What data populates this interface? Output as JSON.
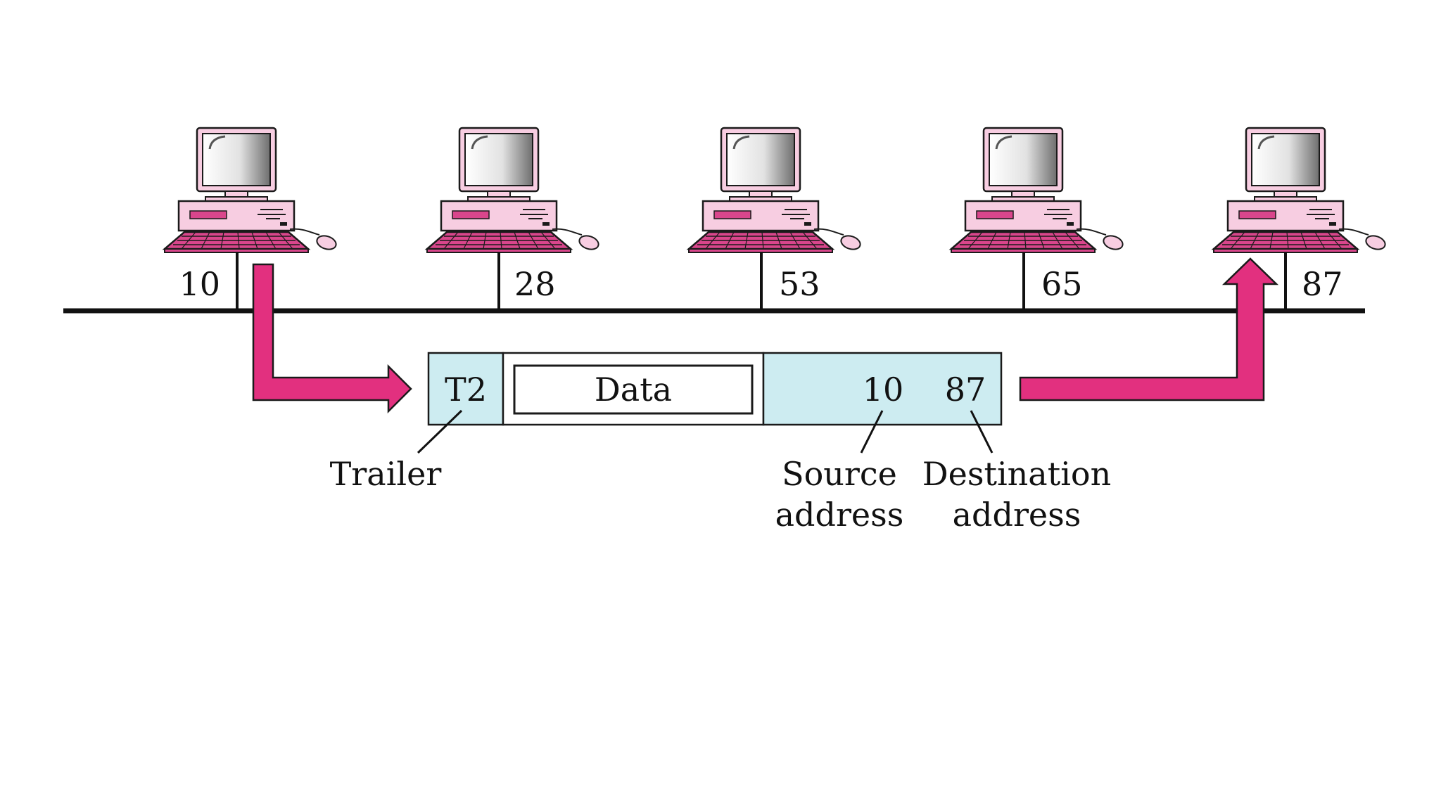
{
  "colors": {
    "arrow": "#e2307f",
    "arrow_stroke": "#1a1a1a",
    "frame_fill": "#cdecf1",
    "computer_case": "#f7cde1",
    "computer_accent": "#d9468c",
    "line": "#111111"
  },
  "computers": [
    {
      "address": "10",
      "icon": "desktop-computer-icon"
    },
    {
      "address": "28",
      "icon": "desktop-computer-icon"
    },
    {
      "address": "53",
      "icon": "desktop-computer-icon"
    },
    {
      "address": "65",
      "icon": "desktop-computer-icon"
    },
    {
      "address": "87",
      "icon": "desktop-computer-icon"
    }
  ],
  "frame": {
    "trailer_field": "T2",
    "data_field": "Data",
    "source_field": "10",
    "destination_field": "87"
  },
  "labels": {
    "trailer": "Trailer",
    "source_line1": "Source",
    "source_line2": "address",
    "destination_line1": "Destination",
    "destination_line2": "address"
  }
}
